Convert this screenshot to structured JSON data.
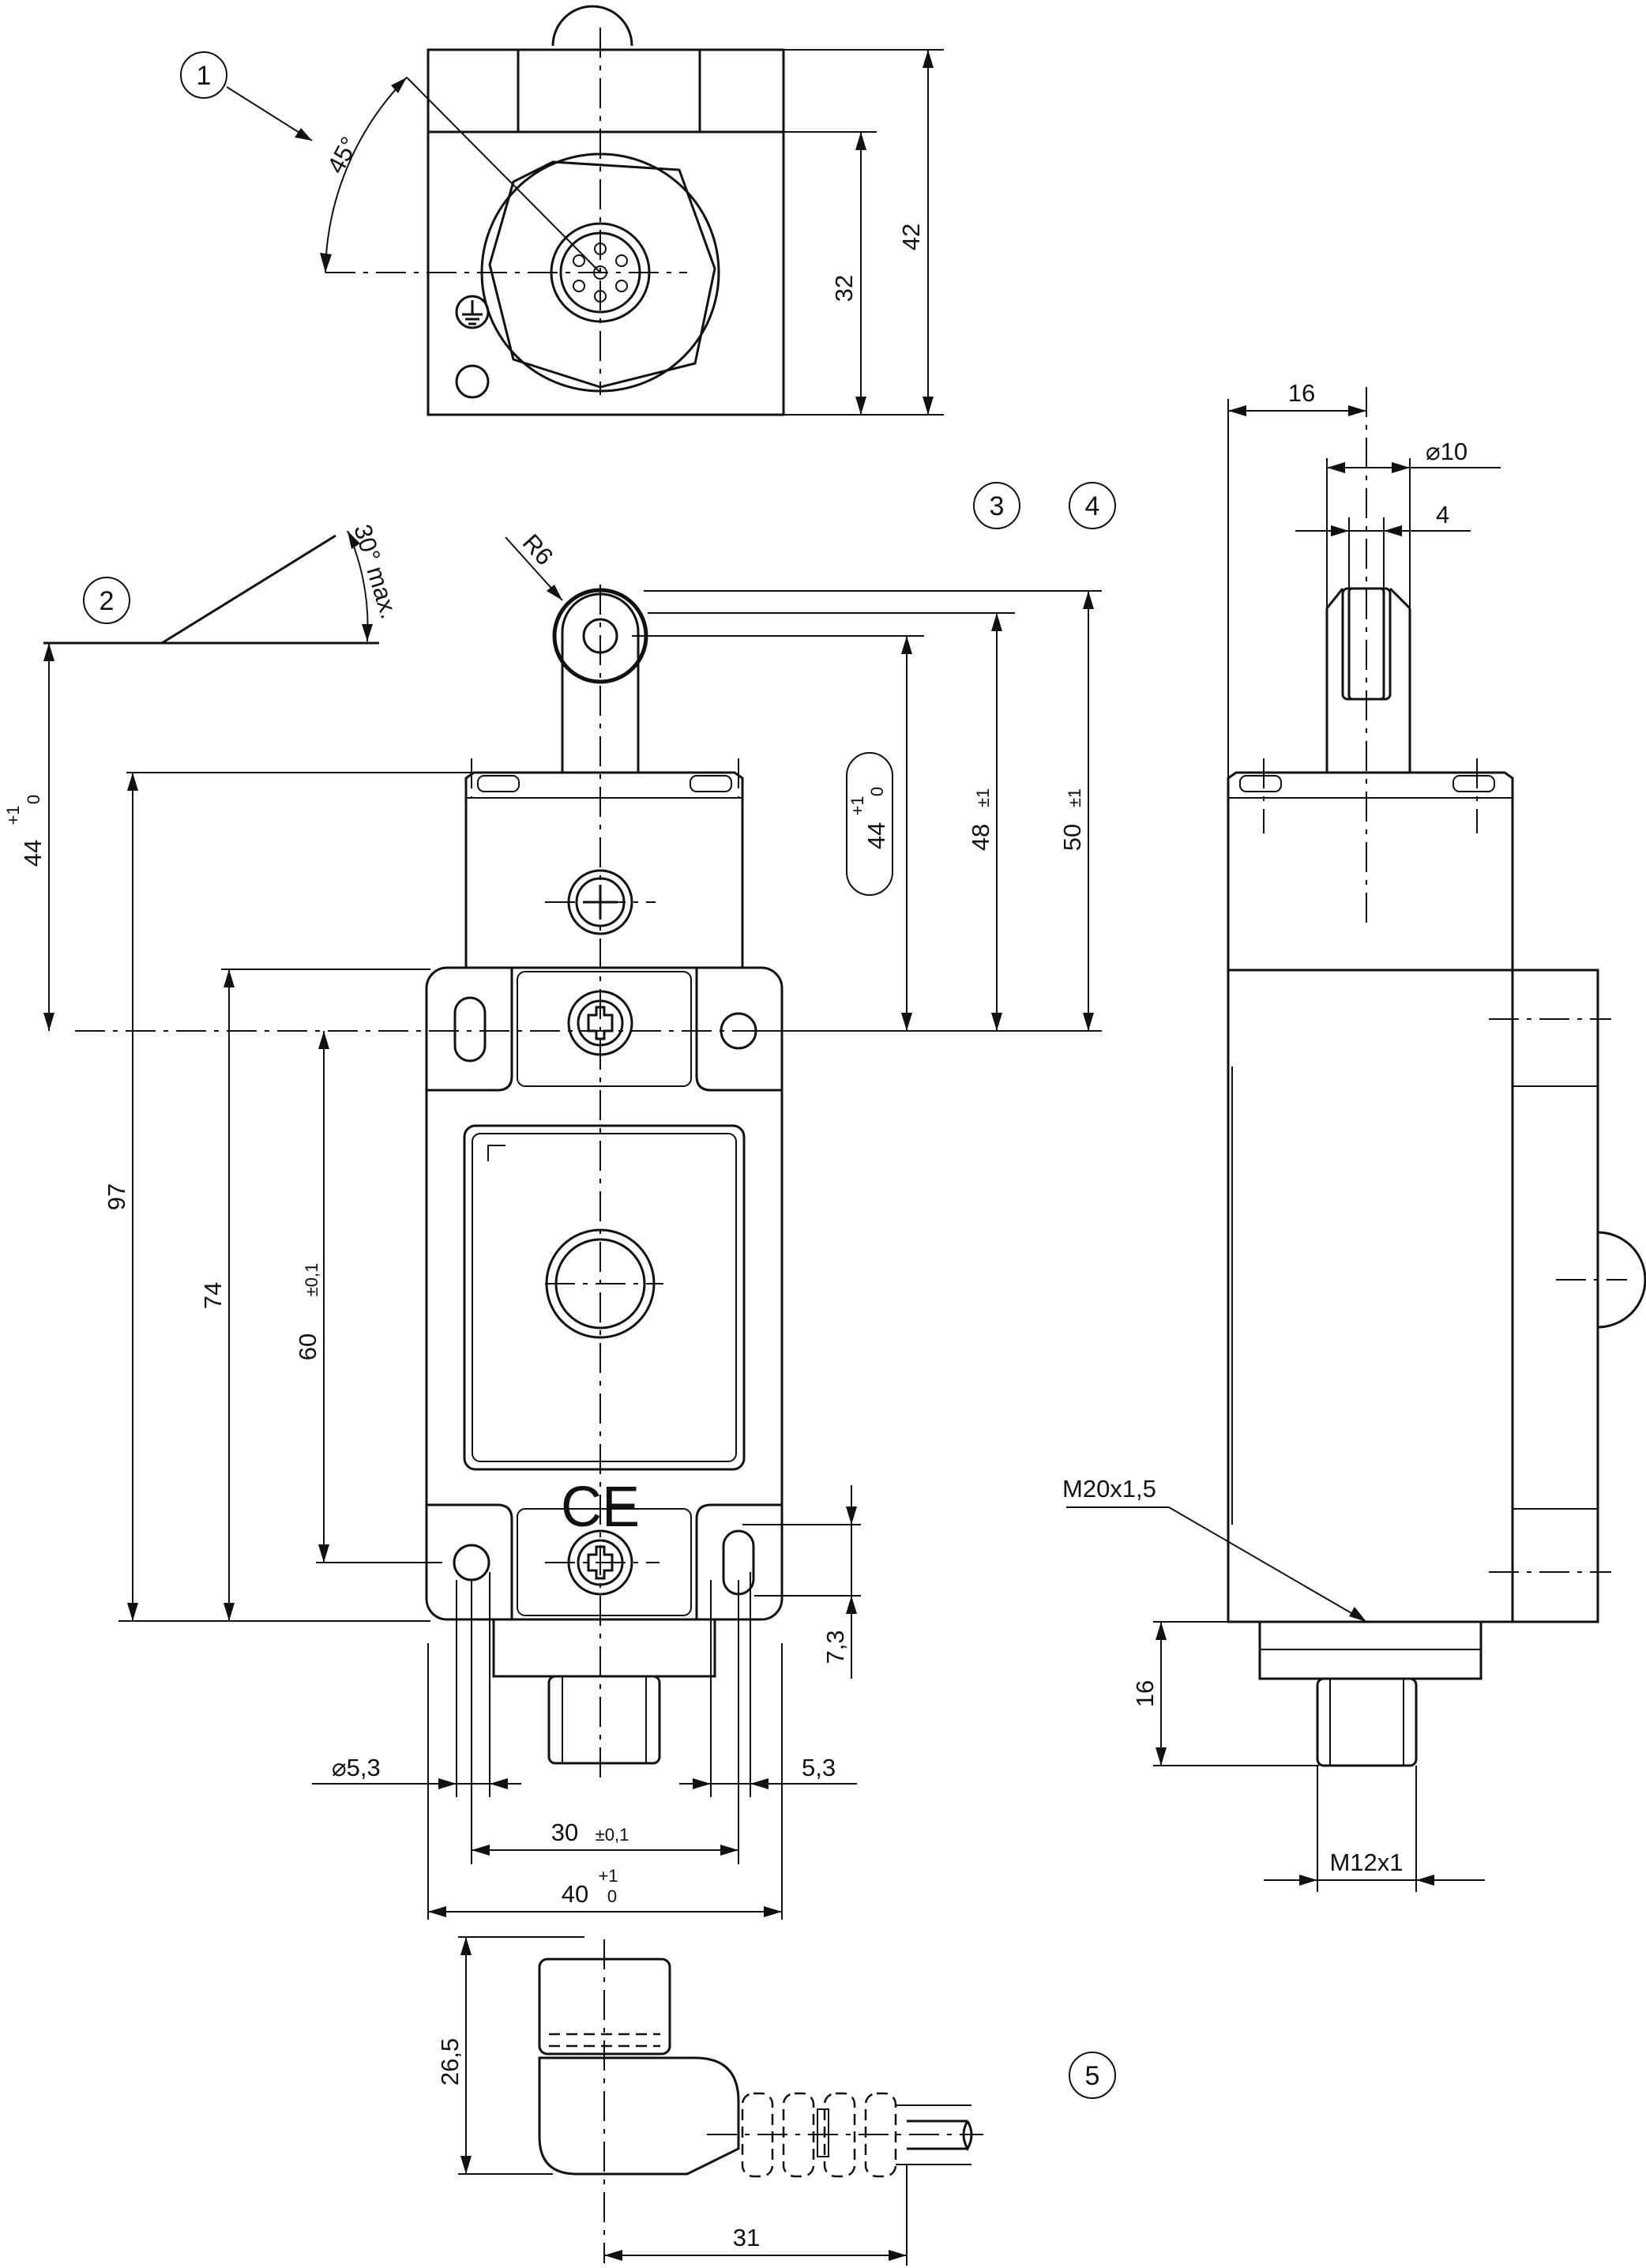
{
  "callouts": [
    "1",
    "2",
    "3",
    "4",
    "5"
  ],
  "dimensions": {
    "angle_45": "45°",
    "angle_30": "30° max.",
    "radius": "R6",
    "top_32": "32",
    "top_42": "42",
    "side_16": "16",
    "dia_10": "⌀10",
    "side_4": "4",
    "h_44": "44",
    "h_44_tol_upper": "+1",
    "h_44_tol_lower": "0",
    "h_48": "48",
    "h_48_tol": "±1",
    "h_50": "50",
    "h_50_tol": "±1",
    "h_97": "97",
    "h_74": "74",
    "h_60": "60",
    "h_60_tol": "±0,1",
    "h_7_3": "7,3",
    "dia_5_3": "⌀5,3",
    "w_5_3": "5,3",
    "w_30": "30",
    "w_30_tol": "±0,1",
    "w_40": "40",
    "w_40_tol_upper": "+1",
    "w_40_tol_lower": "0",
    "thread_m20": "M20x1,5",
    "connector_16": "16",
    "thread_m12": "M12x1",
    "plug_26_5": "26,5",
    "plug_31": "31"
  },
  "symbols": {
    "ce_mark": "CE",
    "ground_icon": "ground-symbol-icon"
  }
}
